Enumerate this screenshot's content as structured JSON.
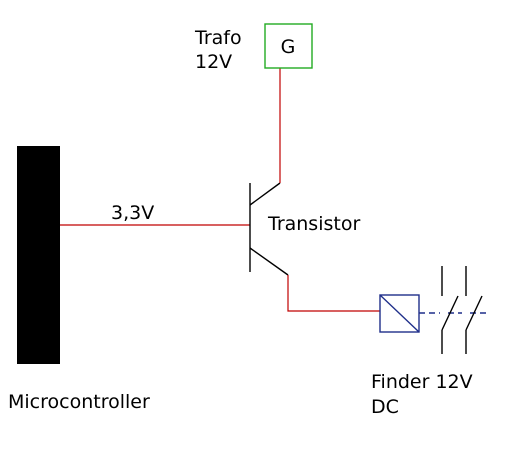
{
  "labels": {
    "trafo_line1": "Trafo",
    "trafo_line2": "12V",
    "generator_symbol": "G",
    "voltage": "3,3V",
    "transistor": "Transistor",
    "microcontroller": "Microcontroller",
    "relay_line1": "Finder 12V",
    "relay_line2": "DC"
  },
  "colors": {
    "wire": "#c00000",
    "generator_box": "#22aa22",
    "relay_coil": "#1f2f8a",
    "microcontroller_block": "#000000"
  }
}
